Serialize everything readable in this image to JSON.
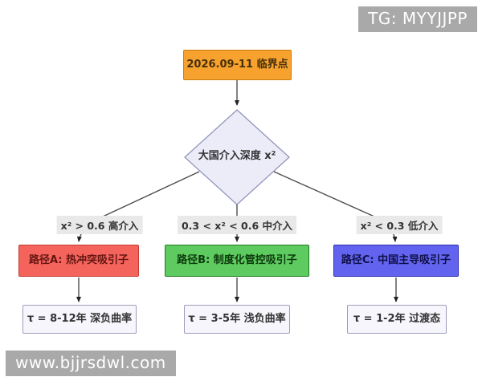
{
  "badge": {
    "text": "TG: MYYJJPP"
  },
  "watermark": {
    "text": "www.bjjrsdwl.com"
  },
  "colors": {
    "badge_bg": "#a9a9a9",
    "root_fill": "#F7A12F",
    "root_border": "#C87E0E",
    "decision_fill": "#ECECF9",
    "decision_border": "#9295BD",
    "edge_label_bg": "#e9e9e9",
    "connector": "#4d4d4d"
  },
  "flowchart": {
    "root": {
      "label": "2026.09-11 临界点"
    },
    "decision": {
      "label": "大国介入深度 x²"
    },
    "branches": [
      {
        "condition": "x² > 0.6 高介入",
        "path_label": "路径A: 热冲突吸引子",
        "path_fill": "#F4645C",
        "path_border": "#C33C31",
        "outcome": "τ = 8-12年 深负曲率"
      },
      {
        "condition": "0.3 < x² < 0.6 中介入",
        "path_label": "路径B: 制度化管控吸引子",
        "path_fill": "#5ECB60",
        "path_border": "#1F7A1F",
        "outcome": "τ = 3-5年 浅负曲率"
      },
      {
        "condition": "x² < 0.3 低介入",
        "path_label": "路径C: 中国主导吸引子",
        "path_fill": "#6264EF",
        "path_border": "#2C2CB0",
        "outcome": "τ = 1-2年 过渡态"
      }
    ]
  }
}
